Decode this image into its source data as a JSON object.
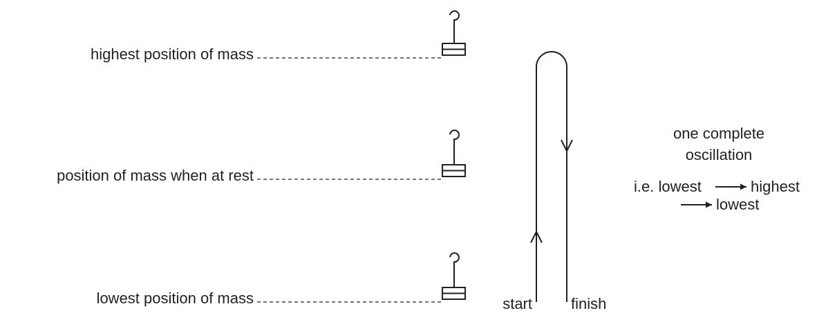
{
  "labels": {
    "highest": "highest position of mass",
    "rest": "position of mass when at rest",
    "lowest": "lowest position of mass"
  },
  "path_labels": {
    "start": "start",
    "finish": "finish"
  },
  "note": {
    "line1": "one complete",
    "line2": "oscillation",
    "line3_prefix": "i.e. lowest",
    "line3_suffix": "highest",
    "line4": "lowest"
  },
  "colors": {
    "ink": "#231f20",
    "background": "#ffffff"
  }
}
